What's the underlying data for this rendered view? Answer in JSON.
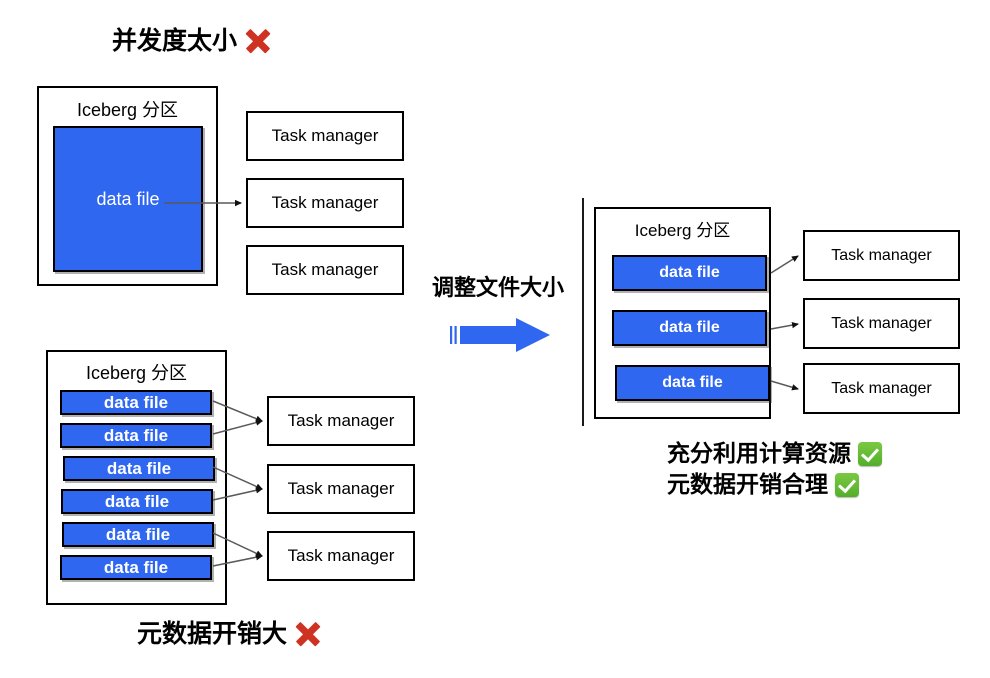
{
  "diagram": {
    "title_top_left": "并发度太小",
    "title_bottom_left": "元数据开销大",
    "transition_label": "调整文件大小",
    "partition_label": "Iceberg 分区",
    "datafile_label": "data file",
    "taskmanager_label": "Task manager",
    "colors": {
      "data_file_fill": "#2F67F0",
      "data_file_text": "#FFFFFF",
      "box_border": "#000000",
      "x_mark": "#CE3222",
      "check_mark": "#54AE2B",
      "transition_arrow": "#2F67F0",
      "connector_line": "#595959",
      "background": "#FFFFFF"
    }
  },
  "panel_top_left": {
    "heading": "并发度太小",
    "heading_status": "x-mark",
    "partition": {
      "title": "Iceberg 分区",
      "data_files": [
        {
          "label": "data file"
        }
      ]
    },
    "task_managers": [
      {
        "label": "Task manager",
        "has_incoming_arrow": false
      },
      {
        "label": "Task manager",
        "has_incoming_arrow": true
      },
      {
        "label": "Task manager",
        "has_incoming_arrow": false
      }
    ],
    "connections": 1
  },
  "panel_bottom_left": {
    "heading": "元数据开销大",
    "heading_status": "x-mark",
    "partition": {
      "title": "Iceberg 分区",
      "data_files": [
        {
          "label": "data file"
        },
        {
          "label": "data file"
        },
        {
          "label": "data file"
        },
        {
          "label": "data file"
        },
        {
          "label": "data file"
        },
        {
          "label": "data file"
        }
      ]
    },
    "task_managers": [
      {
        "label": "Task manager",
        "has_incoming_arrow": true
      },
      {
        "label": "Task manager",
        "has_incoming_arrow": true
      },
      {
        "label": "Task manager",
        "has_incoming_arrow": true
      }
    ],
    "connections": 6
  },
  "panel_right": {
    "partition": {
      "title": "Iceberg 分区",
      "data_files": [
        {
          "label": "data file"
        },
        {
          "label": "data file"
        },
        {
          "label": "data file"
        }
      ]
    },
    "task_managers": [
      {
        "label": "Task manager",
        "has_incoming_arrow": true
      },
      {
        "label": "Task manager",
        "has_incoming_arrow": true
      },
      {
        "label": "Task manager",
        "has_incoming_arrow": true
      }
    ],
    "connections": 3,
    "captions": [
      {
        "text": "充分利用计算资源",
        "status": "check-mark"
      },
      {
        "text": "元数据开销合理",
        "status": "check-mark"
      }
    ]
  },
  "transition": {
    "label": "调整文件大小",
    "arrow_direction": "right"
  }
}
